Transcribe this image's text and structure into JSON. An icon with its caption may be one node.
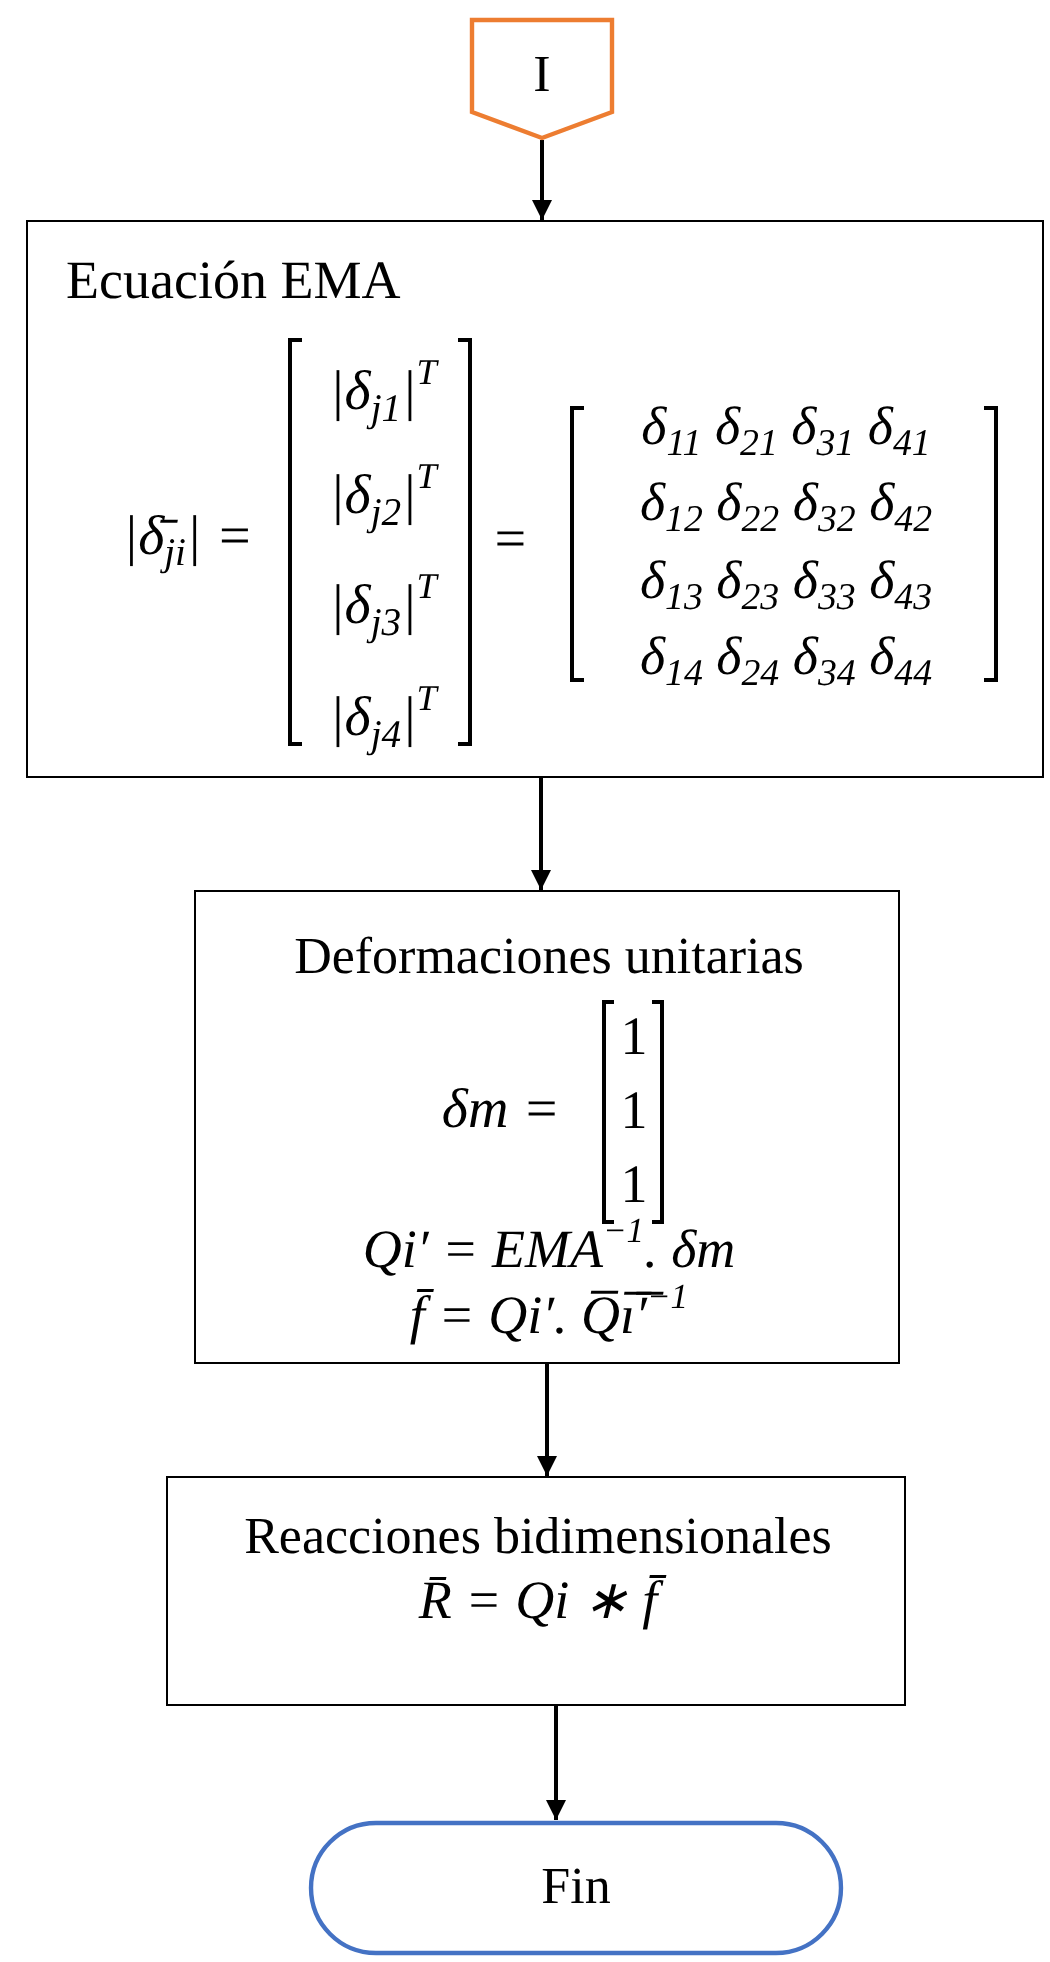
{
  "diagram": {
    "nodes": [
      {
        "text": [
          "I"
        ]
      },
      {
        "text": [
          "Ecuación EMA",
          "|δ̄$_{ji}$| =",
          "|δ$_{j1}$|$^{T}$",
          "|δ$_{j2}$|$^{T}$",
          "|δ$_{j3}$|$^{T}$",
          "|δ$_{j4}$|$^{T}$",
          "=",
          "δ$_{11}$ δ$_{21}$ δ$_{31}$ δ$_{41}$",
          "δ$_{12}$ δ$_{22}$ δ$_{32}$ δ$_{42}$",
          "δ$_{13}$ δ$_{23}$ δ$_{33}$ δ$_{43}$",
          "δ$_{14}$ δ$_{24}$ δ$_{34}$ δ$_{44}$"
        ]
      },
      {
        "text": [
          "Deformaciones unitarias",
          "δm =",
          "1",
          "1",
          "1",
          "Qi′ = EMA$^{−1}$. δm",
          "f̄ = Qi′. Q̅ı̅′̅$^{−1}$"
        ]
      },
      {
        "text": [
          "Reacciones bidimensionales",
          "R̄ = Qi ∗ f̄"
        ]
      },
      {
        "text": [
          "Fin"
        ]
      }
    ],
    "edges": [
      {
        "from": 0,
        "to": 1,
        "arrow": "to"
      },
      {
        "from": 1,
        "to": 2,
        "arrow": "to"
      },
      {
        "from": 2,
        "to": 3,
        "arrow": "to"
      },
      {
        "from": 3,
        "to": 4,
        "arrow": "to"
      }
    ]
  }
}
